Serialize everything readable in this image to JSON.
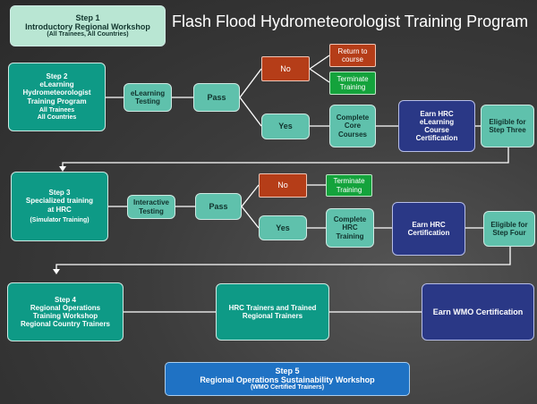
{
  "title": "Flash Flood Hydrometeorologist Training Program",
  "step1": {
    "heading": "Step 1",
    "line1": "Introductory Regional Workshop",
    "line2": "(All Trainees, All Countries)"
  },
  "step2": {
    "heading": "Step 2",
    "line1": "eLearning",
    "line2": "Hydrometeorologist",
    "line3": "Training Program",
    "line4": "All Trainees",
    "line5": "All Countries"
  },
  "row1": {
    "testing": [
      "eLearning",
      "Testing"
    ],
    "pass": "Pass",
    "no": "No",
    "return_to_course": [
      "Return to",
      "course"
    ],
    "terminate": [
      "Terminate",
      "Training"
    ],
    "yes": "Yes",
    "complete": [
      "Complete",
      "Core",
      "Courses"
    ],
    "certification": [
      "Earn HRC",
      "eLearning",
      "Course",
      "Certification"
    ],
    "eligible": [
      "Eligible for",
      "Step Three"
    ]
  },
  "step3": {
    "heading": "Step 3",
    "line1": "Specialized training",
    "line2": "at HRC",
    "line3": "(Simulator Training)"
  },
  "row2": {
    "testing": [
      "Interactive",
      "Testing"
    ],
    "pass": "Pass",
    "no": "No",
    "terminate": [
      "Terminate",
      "Training"
    ],
    "yes": "Yes",
    "complete": [
      "Complete",
      "HRC",
      "Training"
    ],
    "certification": [
      "Earn HRC",
      "Certification"
    ],
    "eligible": [
      "Eligible for",
      "Step Four"
    ]
  },
  "step4": {
    "heading": "Step 4",
    "line1": "Regional Operations",
    "line2": "Training Workshop",
    "line3": "Regional Country Trainers"
  },
  "trainers": [
    "HRC Trainers and Trained",
    "Regional Trainers"
  ],
  "wmo": "Earn WMO Certification",
  "step5": {
    "heading": "Step 5",
    "line1": "Regional Operations Sustainability Workshop",
    "line2": "(WMO Certified Trainers)"
  },
  "colors": {
    "teal": "#0e9a86",
    "light_teal": "#5fc1ac",
    "mint": "#b9e6d3",
    "navy": "#2a3886",
    "red": "#b53d18",
    "green": "#14a33c",
    "blue": "#1f72c4",
    "background": "#3c3c3c"
  }
}
